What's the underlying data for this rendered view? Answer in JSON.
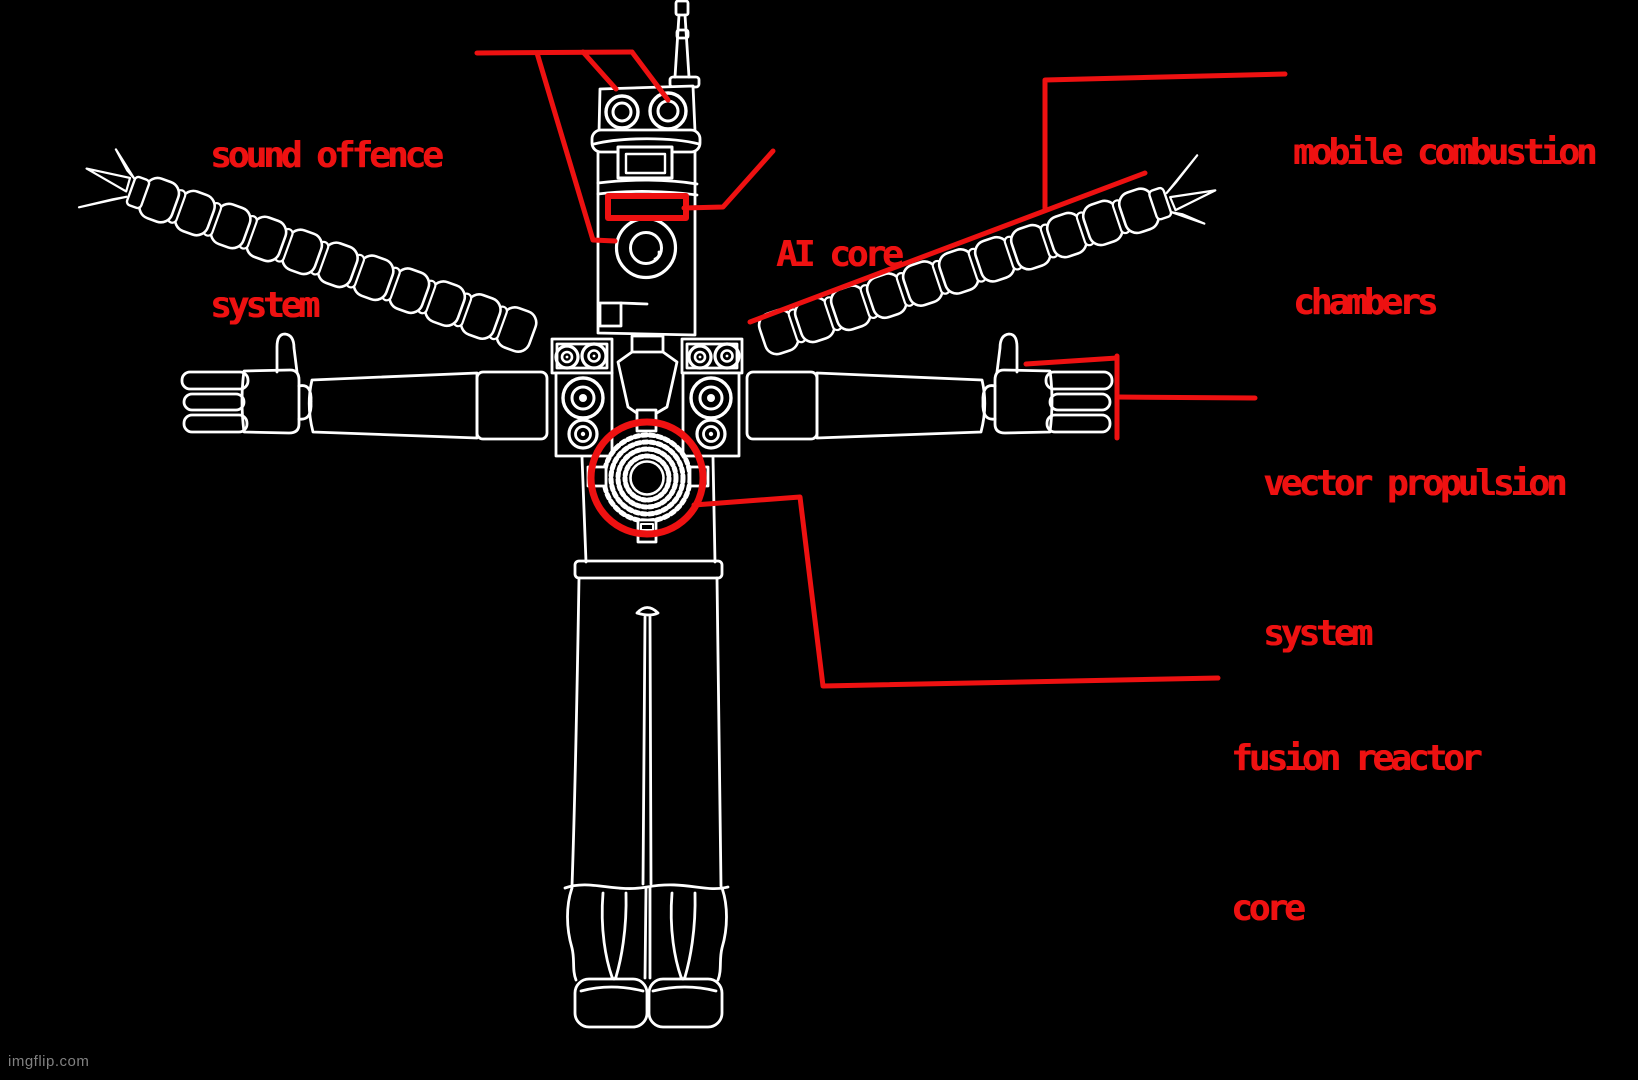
{
  "canvas": {
    "background": "#000000",
    "lineart_color": "#ffffff",
    "accent_red": "#ee1111"
  },
  "figure": {
    "description": "white line-art robot schematic: speaker head with antenna, two segmented tube arms raised diagonally, two thumbs-up arms horizontal, chest speaker cabinets, circled turbine core, legs and boots",
    "highlighted_parts": [
      "head speakers",
      "AI core slot",
      "tube arm chambers",
      "hands",
      "turbine reactor"
    ]
  },
  "labels": {
    "sound_offence": {
      "line1": "sound offence",
      "line2": "system"
    },
    "mobile_combustion": {
      "line1": "mobile combustion",
      "line2": "chambers"
    },
    "ai_core": {
      "line1": "AI core"
    },
    "vector_propulsion": {
      "line1": "vector propulsion",
      "line2": "system"
    },
    "fusion_reactor": {
      "line1": "fusion reactor",
      "line2": "core"
    }
  },
  "watermark": {
    "text": "imgflip.com"
  }
}
